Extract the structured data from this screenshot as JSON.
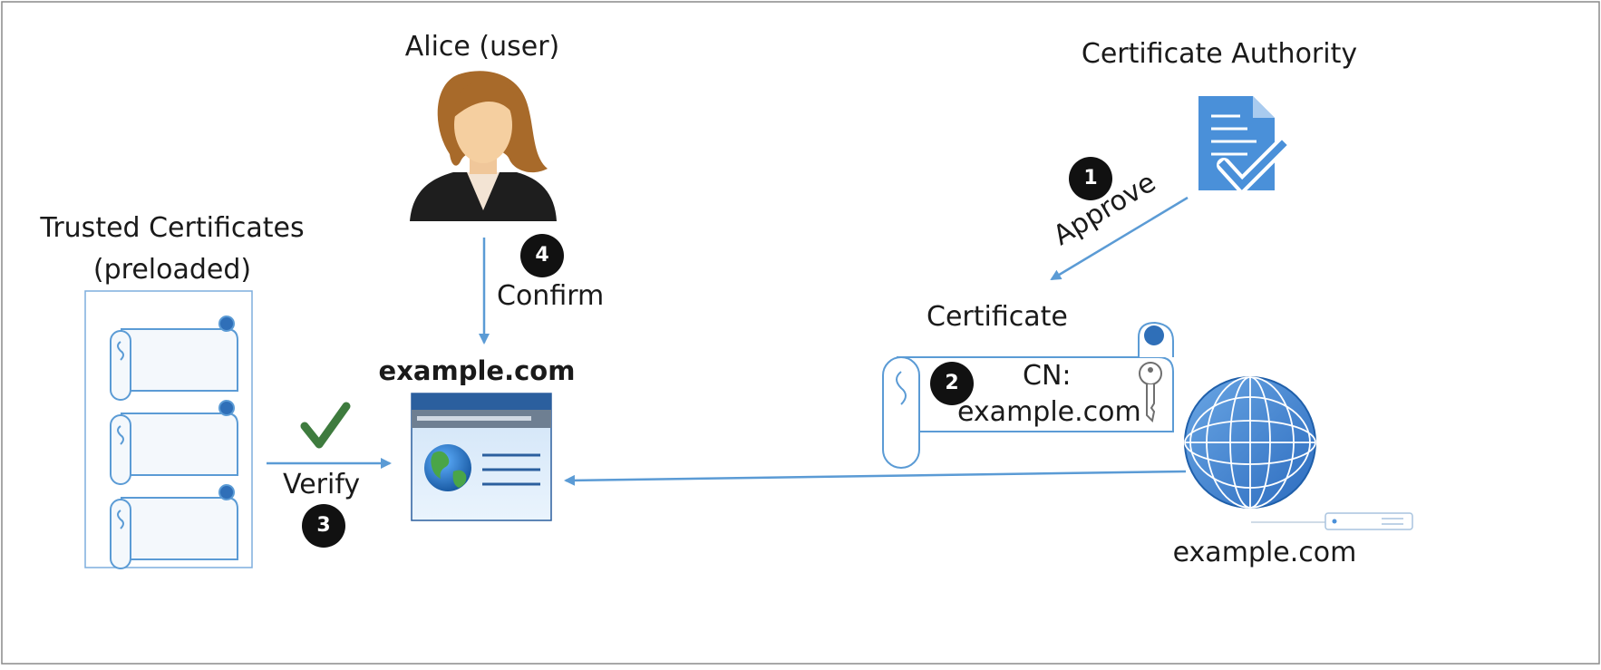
{
  "actors": {
    "alice": {
      "label": "Alice (user)"
    },
    "ca": {
      "label": "Certificate Authority"
    },
    "trusted": {
      "line1": "Trusted Certificates",
      "line2": "(preloaded)"
    },
    "certificate": {
      "label": "Certificate",
      "cn_line1": "CN:",
      "cn_line2": "example.com"
    },
    "website": {
      "label": "example.com"
    },
    "server": {
      "label": "example.com"
    }
  },
  "steps": [
    {
      "number": "1",
      "label": "Approve"
    },
    {
      "number": "2",
      "label": ""
    },
    {
      "number": "3",
      "label": "Verify"
    },
    {
      "number": "4",
      "label": "Confirm"
    }
  ],
  "colors": {
    "accent": "#5b9bd5",
    "check": "#3e7b3e",
    "badge": "#111111",
    "doc": "#4a90d9"
  },
  "icons": [
    "user-icon",
    "certificate-document-icon",
    "certificate-scroll-icon",
    "key-icon",
    "globe-icon",
    "browser-window-icon",
    "checkmark-icon",
    "server-icon"
  ]
}
